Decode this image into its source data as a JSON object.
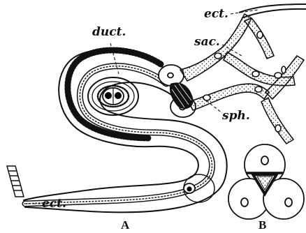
{
  "figure": {
    "labels": {
      "ect_top": "ect.",
      "duct": "duct.",
      "sac": "sac.",
      "sph": "sph.",
      "ect_bottom": "ect."
    },
    "panels": {
      "a": "A",
      "b": "B"
    }
  }
}
